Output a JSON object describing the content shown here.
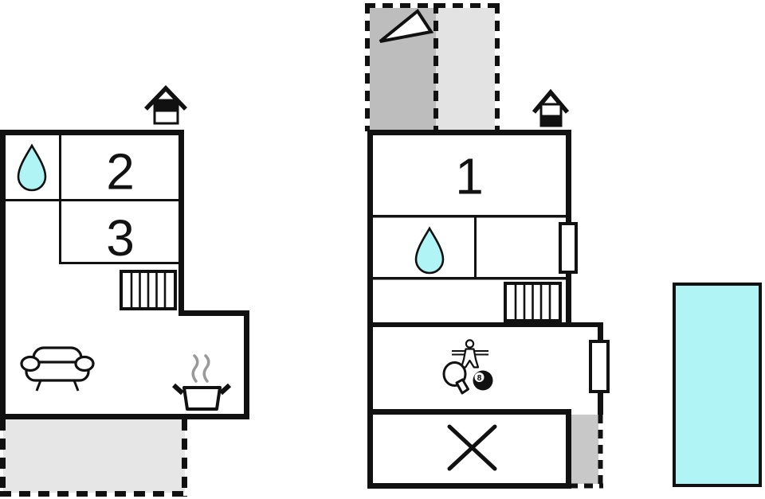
{
  "colors": {
    "wall": "#111111",
    "water": "#b0f4f6",
    "steam": "#999999",
    "terrace_left": "#e6e6e6",
    "terrace_right": "#c8c8c8",
    "area_dark": "#bdbdbd",
    "area_light": "#e3e3e3"
  },
  "left_plan": {
    "level_icon": "upper-level-indicator",
    "rooms": [
      {
        "label": "2"
      },
      {
        "label": "3"
      }
    ],
    "icons": [
      "water-drop",
      "stairs",
      "sofa",
      "cooking-pot",
      "dashed-terrace"
    ]
  },
  "right_plan": {
    "level_icon": "ground-level-indicator",
    "rooms": [
      {
        "label": "1"
      }
    ],
    "eight_ball_label": "8",
    "icons": [
      "dashed-area-dark",
      "dashed-area-light",
      "direction-arrow",
      "water-drop",
      "stairs",
      "window-marker",
      "door-marker",
      "foosball-player",
      "table-tennis-paddle",
      "eight-ball",
      "crossed-area",
      "dashed-terrace"
    ]
  },
  "pool": {
    "icon": "swimming-pool"
  }
}
